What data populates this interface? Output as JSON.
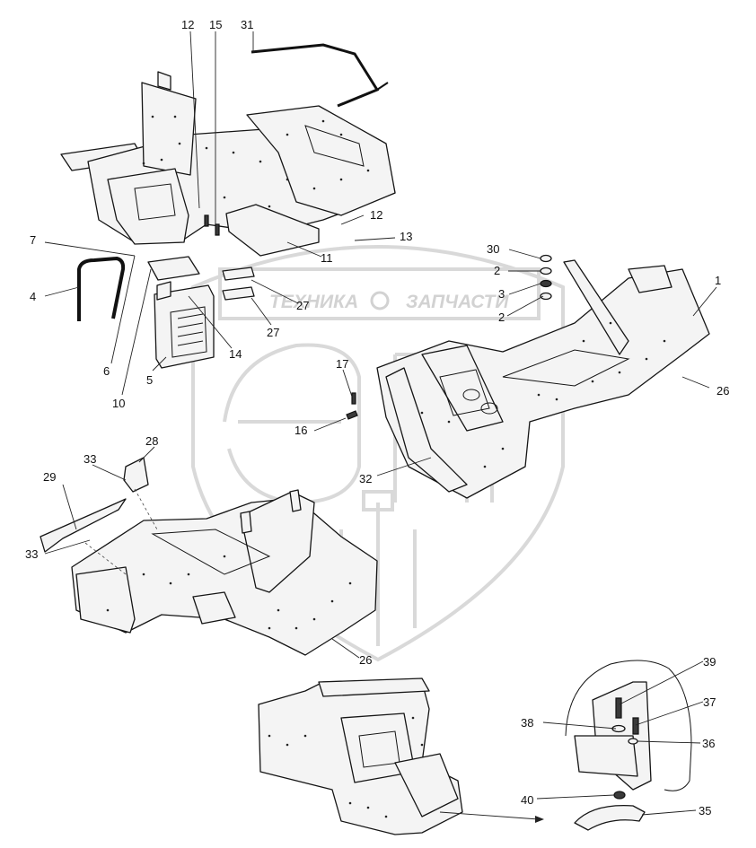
{
  "watermark": {
    "left_text": "ТЕХНИКА",
    "right_text": "ЗАПЧАСТИ"
  },
  "callouts": [
    {
      "id": "c12a",
      "text": "12"
    },
    {
      "id": "c15",
      "text": "15"
    },
    {
      "id": "c31",
      "text": "31"
    },
    {
      "id": "c12b",
      "text": "12"
    },
    {
      "id": "c13",
      "text": "13"
    },
    {
      "id": "c7",
      "text": "7"
    },
    {
      "id": "c30",
      "text": "30"
    },
    {
      "id": "c2a",
      "text": "2"
    },
    {
      "id": "c11",
      "text": "11"
    },
    {
      "id": "c3",
      "text": "3"
    },
    {
      "id": "c2b",
      "text": "2"
    },
    {
      "id": "c1",
      "text": "1"
    },
    {
      "id": "c4",
      "text": "4"
    },
    {
      "id": "c27a",
      "text": "27"
    },
    {
      "id": "c27b",
      "text": "27"
    },
    {
      "id": "c14",
      "text": "14"
    },
    {
      "id": "c6",
      "text": "6"
    },
    {
      "id": "c5",
      "text": "5"
    },
    {
      "id": "c10",
      "text": "10"
    },
    {
      "id": "c17",
      "text": "17"
    },
    {
      "id": "c26a",
      "text": "26"
    },
    {
      "id": "c16",
      "text": "16"
    },
    {
      "id": "c28",
      "text": "28"
    },
    {
      "id": "c33a",
      "text": "33"
    },
    {
      "id": "c32",
      "text": "32"
    },
    {
      "id": "c29",
      "text": "29"
    },
    {
      "id": "c33b",
      "text": "33"
    },
    {
      "id": "c26b",
      "text": "26"
    },
    {
      "id": "c39",
      "text": "39"
    },
    {
      "id": "c37",
      "text": "37"
    },
    {
      "id": "c38",
      "text": "38"
    },
    {
      "id": "c36",
      "text": "36"
    },
    {
      "id": "c40",
      "text": "40"
    },
    {
      "id": "c35",
      "text": "35"
    }
  ]
}
